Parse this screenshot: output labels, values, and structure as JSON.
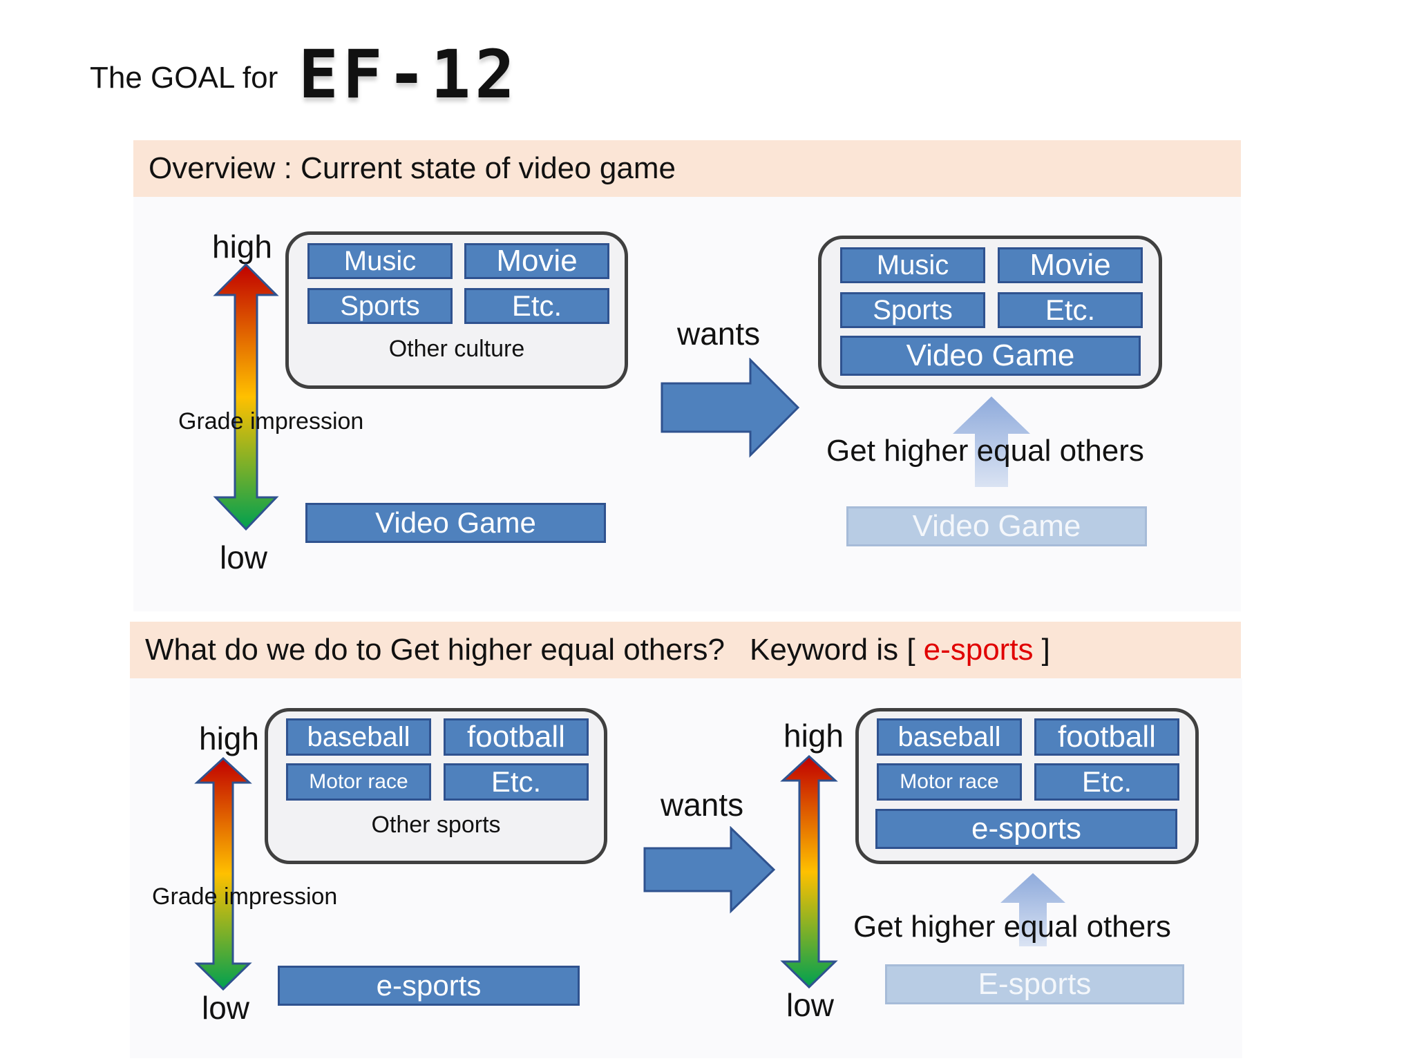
{
  "header": {
    "lead": "The GOAL for",
    "logo": "EF-12"
  },
  "overview": {
    "banner": "Overview : Current state of video game",
    "axis": {
      "high": "high",
      "low": "low",
      "label": "Grade impression"
    },
    "left_group": {
      "items": [
        "Music",
        "Movie",
        "Sports",
        "Etc."
      ],
      "caption": "Other culture"
    },
    "low_item": "Video Game",
    "wants": "wants",
    "right_group": {
      "items": [
        "Music",
        "Movie",
        "Sports",
        "Etc."
      ],
      "wide_item": "Video Game"
    },
    "higher_text": "Get higher equal others",
    "ghost_item": "Video Game"
  },
  "esports": {
    "banner_question": "What do we do to Get higher equal others?",
    "banner_keyword_prefix": "Keyword is [",
    "banner_keyword": "e-sports",
    "banner_keyword_suffix": "]",
    "left_axis": {
      "high": "high",
      "low": "low",
      "label": "Grade impression"
    },
    "left_group": {
      "items": [
        "baseball",
        "football",
        "Motor race",
        "Etc."
      ],
      "caption": "Other sports"
    },
    "low_item": "e-sports",
    "wants": "wants",
    "right_axis": {
      "high": "high",
      "low": "low"
    },
    "right_group": {
      "items": [
        "baseball",
        "football",
        "Motor race",
        "Etc."
      ],
      "wide_item": "e-sports"
    },
    "higher_text": "Get higher equal others",
    "ghost_item": "E-sports"
  },
  "colors": {
    "box_fill": "#4f81bd",
    "box_border": "#2f528f",
    "ghost_fill": "#b8cce4",
    "banner": "#fbe5d6",
    "keyword": "#e00000"
  }
}
